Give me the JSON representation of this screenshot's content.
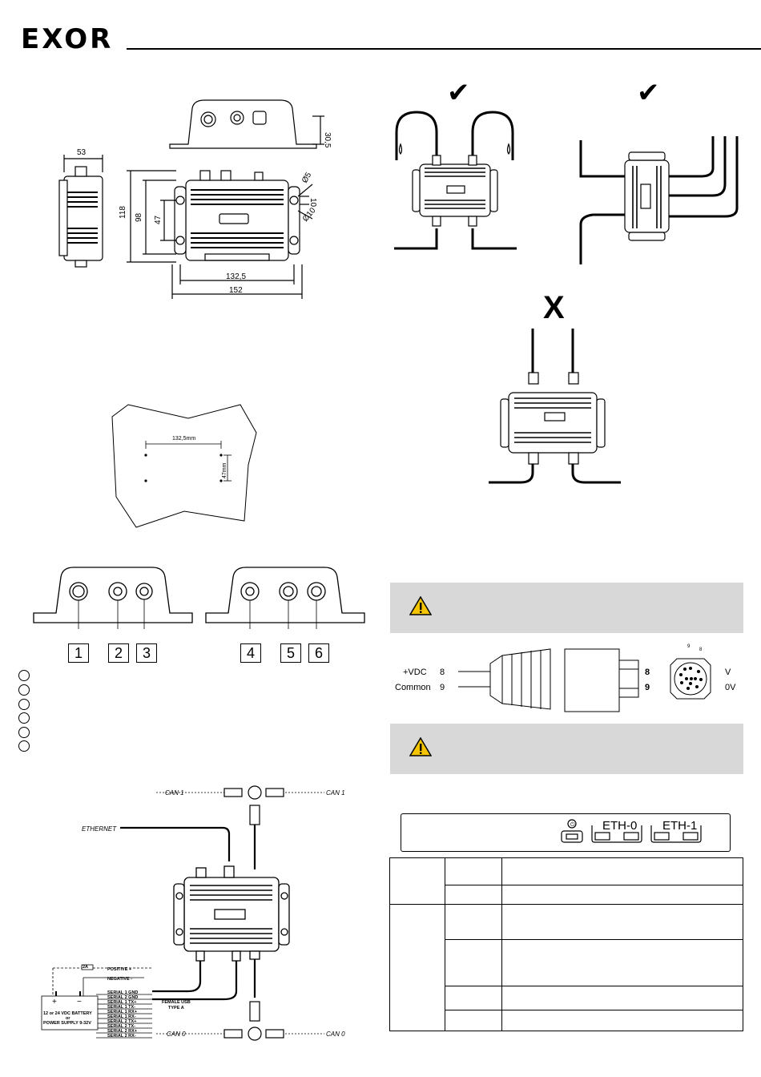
{
  "header": {
    "logo": "EXOR"
  },
  "dimensions": {
    "height_top": "30,5",
    "width_side": "53",
    "height_total": "118",
    "height_inner": "98",
    "height_mid": "47",
    "width_inner": "132,5",
    "width_total": "152",
    "hole_diameter": "Ø5",
    "hole_offset": "10",
    "hole_diameter_2": "Ø10"
  },
  "mounting": {
    "horizontal": "132,5mm",
    "vertical": "47mm"
  },
  "connectors": {
    "numbers": [
      "1",
      "2",
      "3",
      "4",
      "5",
      "6"
    ]
  },
  "wiring": {
    "can1_left": "CAN 1",
    "can1_right": "CAN 1",
    "can0_left": "CAN 0",
    "can0_right": "CAN 0",
    "ethernet": "ETHERNET",
    "fuse": "2A",
    "positive": "POSITIVE +",
    "negative": "NEGATIVE -",
    "serial_lines": [
      "SERIAL 1 GND",
      "SERIAL 2 GND",
      "SERIAL 1 TX+",
      "SERIAL 1 TX-",
      "SERIAL 1 RX+",
      "SERIAL 1 RX-",
      "SERIAL 2 TX+",
      "SERIAL 2 TX-",
      "SERIAL 2 RX+",
      "SERIAL 2 RX-"
    ],
    "battery_line1": "12 or 24 VDC BATTERY",
    "battery_line2": "or",
    "battery_line3": "POWER SUPPLY 9-32V",
    "battery_plus": "+",
    "battery_minus": "−",
    "usb_line1": "FEMALE USB",
    "usb_line2": "TYPE A"
  },
  "power_pinout": {
    "vdc_label": "+VDC",
    "vdc_pin": "8",
    "common_label": "Common",
    "common_pin": "9",
    "right_pin_8": "8",
    "right_pin_9": "9",
    "right_v": "V",
    "right_0v": "0V",
    "pin_9_small": "9",
    "pin_8_small": "8"
  },
  "leds": {
    "eth0": "ETH-0",
    "eth1": "ETH-1"
  },
  "marks": {
    "ok": "✔",
    "not_ok": "X"
  }
}
